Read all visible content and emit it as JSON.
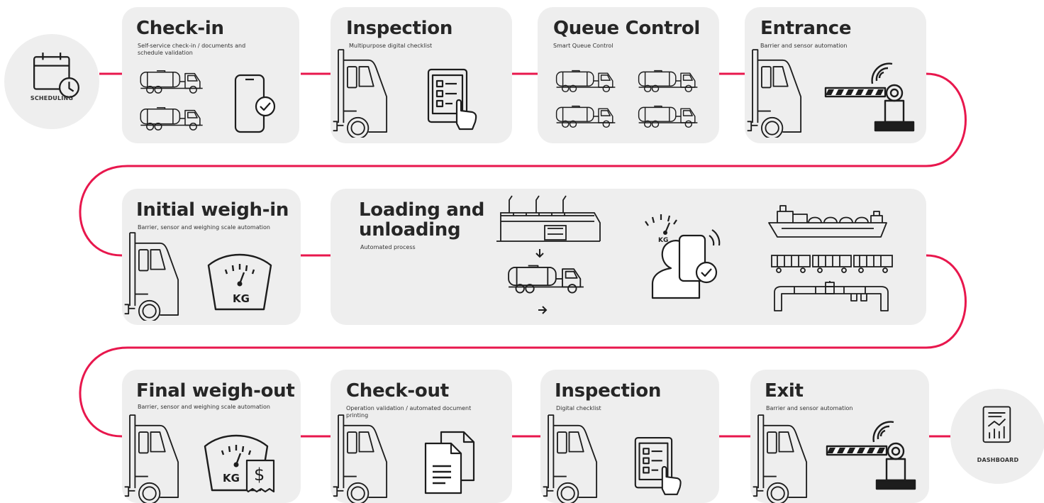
{
  "start": {
    "label": "SCHEDULING"
  },
  "end": {
    "label": "DASHBOARD"
  },
  "steps": [
    {
      "title": "Check-in",
      "subtitle": "Self-service check-in / documents and schedule validation"
    },
    {
      "title": "Inspection",
      "subtitle": "Multipurpose digital checklist"
    },
    {
      "title": "Queue Control",
      "subtitle": "Smart Queue Control"
    },
    {
      "title": "Entrance",
      "subtitle": "Barrier and sensor automation"
    },
    {
      "title": "Initial weigh-in",
      "subtitle": "Barrier, sensor and weighing scale automation"
    },
    {
      "title": "Loading and unloading",
      "subtitle": "Automated process"
    },
    {
      "title": "Final weigh-out",
      "subtitle": "Barrier, sensor and weighing scale automation"
    },
    {
      "title": "Check-out",
      "subtitle": "Operation validation / automated document printing"
    },
    {
      "title": "Inspection",
      "subtitle": "Digital checklist"
    },
    {
      "title": "Exit",
      "subtitle": "Barrier and sensor automation"
    }
  ],
  "scale_label": "KG",
  "currency_symbol": "$",
  "colors": {
    "accent": "#e8174d",
    "card": "#eeeeee",
    "stroke": "#1d1d1d"
  }
}
